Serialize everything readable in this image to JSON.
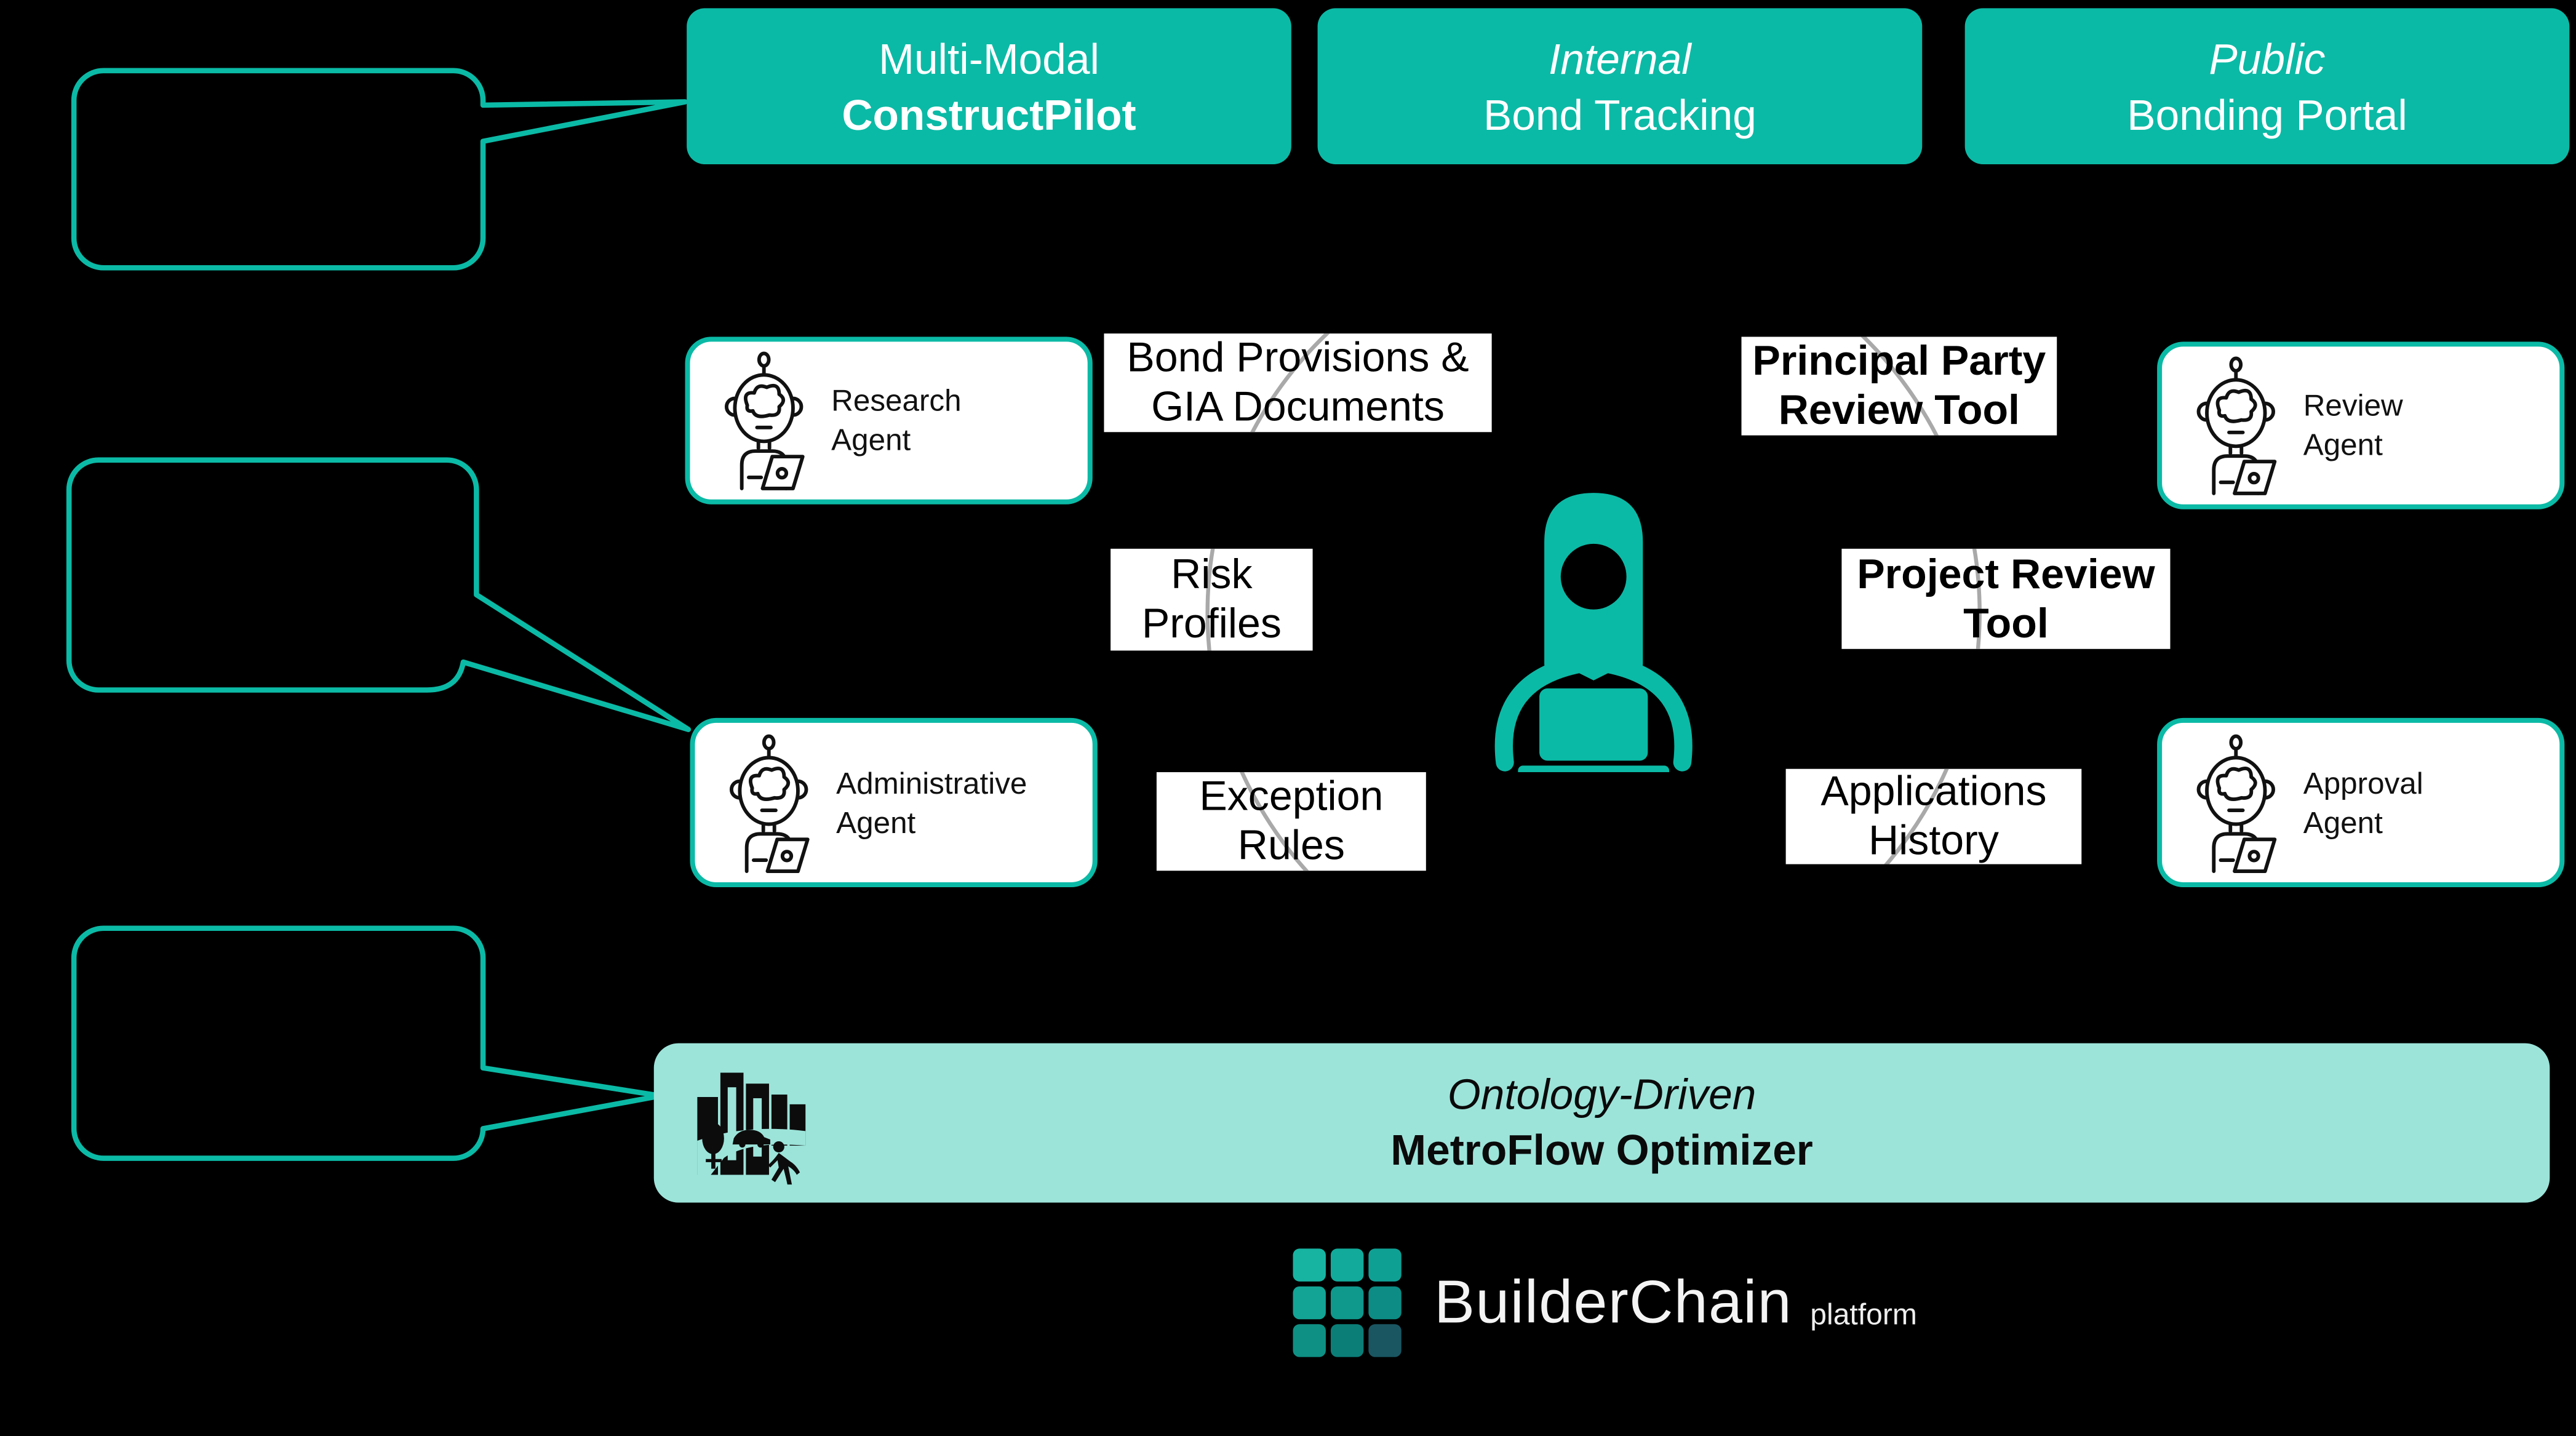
{
  "colors": {
    "background": "#000000",
    "teal": "#0bbaa6",
    "teal_light": "#9ce4da",
    "arc_gray": "#a9a9a9",
    "label_bg": "#ffffff",
    "text_on_teal": "#ffffff",
    "text_dark": "#000000"
  },
  "top_boxes": [
    {
      "line1": "Multi-Modal",
      "line2": "ConstructPilot"
    },
    {
      "line1": "Internal",
      "line2": "Bond Tracking"
    },
    {
      "line1": "Public",
      "line2": "Bonding Portal"
    }
  ],
  "agent_cards": [
    {
      "line1": "Research",
      "line2": "Agent"
    },
    {
      "line1": "Administrative",
      "line2": "Agent"
    },
    {
      "line1": "Review",
      "line2": "Agent"
    },
    {
      "line1": "Approval",
      "line2": "Agent"
    }
  ],
  "tool_labels": [
    {
      "line1": "Bond Provisions &",
      "line2": "GIA Documents"
    },
    {
      "line1": "Risk",
      "line2": "Profiles"
    },
    {
      "line1": "Exception",
      "line2": "Rules"
    },
    {
      "line1": "Principal Party",
      "line2": "Review Tool"
    },
    {
      "line1": "Project Review",
      "line2": "Tool"
    },
    {
      "line1": "Applications",
      "line2": "History"
    }
  ],
  "bottom_box": {
    "line1": "Ontology-Driven",
    "line2": "MetroFlow Optimizer"
  },
  "logo": {
    "brand": "BuilderChain",
    "suffix": "platform"
  }
}
